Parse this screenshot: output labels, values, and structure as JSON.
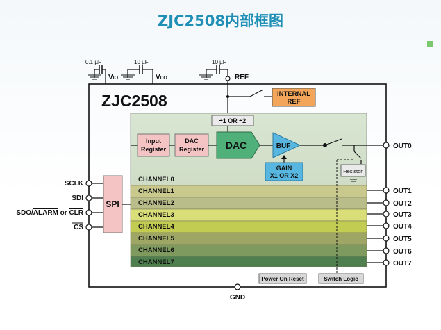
{
  "title": "ZJC2508内部框图",
  "colors": {
    "accent": "#1f8fb5",
    "corner": "#7bc96f"
  },
  "chip": {
    "name": "ZJC2508"
  },
  "caps": [
    {
      "value": "0.1 µF",
      "pin_main": "V",
      "pin_sub": "IO"
    },
    {
      "value": "10 µF",
      "pin_main": "V",
      "pin_sub": "DD"
    },
    {
      "value": "10 µF",
      "pin_main": "REF",
      "pin_sub": ""
    }
  ],
  "blocks": {
    "internal_ref_l1": "INTERNAL",
    "internal_ref_l2": "REF",
    "divider": "÷1 OR ÷2",
    "input_reg_l1": "Input",
    "input_reg_l2": "Register",
    "dac_reg_l1": "DAC",
    "dac_reg_l2": "Register",
    "dac": "DAC",
    "buf": "BUF",
    "gain_l1": "GAIN",
    "gain_l2": "X1 OR X2",
    "resistor": "Resistor",
    "spi": "SPI",
    "por": "Power On Reset",
    "switch_logic": "Switch Logic"
  },
  "left_pins": [
    "SCLK",
    "SDI",
    "SDO/",
    "ALARM",
    " or ",
    "CLR",
    "CS"
  ],
  "channels": [
    "CHANNEL0",
    "CHANNEL1",
    "CHANNEL2",
    "CHANNEL3",
    "CHANNEL4",
    "CHANNEL5",
    "CHANNEL6",
    "CHANNEL7"
  ],
  "channel_colors": [
    "#dde7d4",
    "#c9c98e",
    "#b9bd8a",
    "#d9de78",
    "#c3cc52",
    "#9ea665",
    "#7f9a5e",
    "#4f7f4e"
  ],
  "outputs": [
    "OUT0",
    "OUT1",
    "OUT2",
    "OUT3",
    "OUT4",
    "OUT5",
    "OUT6",
    "OUT7"
  ],
  "gnd": "GND"
}
